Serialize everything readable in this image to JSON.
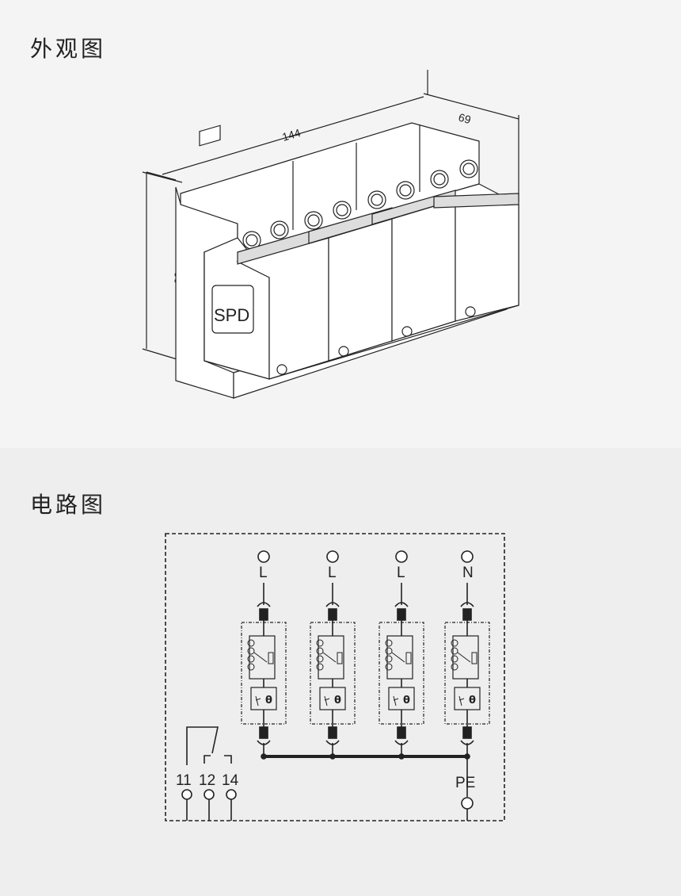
{
  "section_exterior": {
    "title": "外观图"
  },
  "section_circuit": {
    "title": "电路图"
  },
  "dimensions": {
    "width": "144",
    "depth": "69",
    "height": "90"
  },
  "device_label": "SPD",
  "terminals": [
    "L",
    "L",
    "L",
    "N"
  ],
  "pe_label": "PE",
  "thermal_symbol": "θ",
  "contacts": [
    "11",
    "12",
    "14"
  ],
  "colors": {
    "line": "#222222",
    "background_top": "#f4f4f4",
    "background_bottom": "#eeeeee"
  }
}
